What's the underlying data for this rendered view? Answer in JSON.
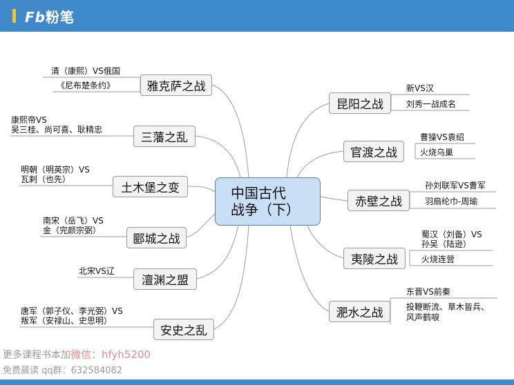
{
  "header": {
    "logo_mark": "Fb",
    "logo_text": "粉笔"
  },
  "center": {
    "line1": "中国古代",
    "line2": "战争（下）"
  },
  "left_branches": [
    {
      "label": "雅克萨之战",
      "leaves": [
        "清（康熙）VS俄国",
        "《尼布楚条约》"
      ]
    },
    {
      "label": "三藩之乱",
      "leaves": [
        "康熙帝VS",
        "吴三桂、尚可喜、耿精忠"
      ]
    },
    {
      "label": "土木堡之变",
      "leaves": [
        "明朝（明英宗）VS",
        "瓦剌（也先）"
      ]
    },
    {
      "label": "郾城之战",
      "leaves": [
        "南宋（岳飞）VS",
        "金（完颜宗弼）"
      ]
    },
    {
      "label": "澶渊之盟",
      "leaves": [
        "北宋VS辽"
      ]
    },
    {
      "label": "安史之乱",
      "leaves": [
        "唐军（郭子仪、李光弼）VS",
        "叛军（安禄山、史思明）"
      ]
    }
  ],
  "right_branches": [
    {
      "label": "昆阳之战",
      "leaves": [
        "新VS汉",
        "刘秀一战成名"
      ]
    },
    {
      "label": "官渡之战",
      "leaves": [
        "曹操VS袁绍",
        "火烧乌巢"
      ]
    },
    {
      "label": "赤壁之战",
      "leaves": [
        "孙刘联军VS曹军",
        "羽扇纶巾-周瑜"
      ]
    },
    {
      "label": "夷陵之战",
      "leaves": [
        "蜀汉（刘备）VS",
        "孙吴（陆逊）",
        "火烧连营"
      ]
    },
    {
      "label": "淝水之战",
      "leaves": [
        "东晋VS前秦",
        "投鞭断流、草木皆兵、",
        "风声鹤唳"
      ]
    }
  ],
  "watermark": {
    "line1_prefix": "更多课程书本加",
    "line1_highlight": "微信：hfyh5200",
    "line2": "免费晨读 qq群：632584082"
  }
}
